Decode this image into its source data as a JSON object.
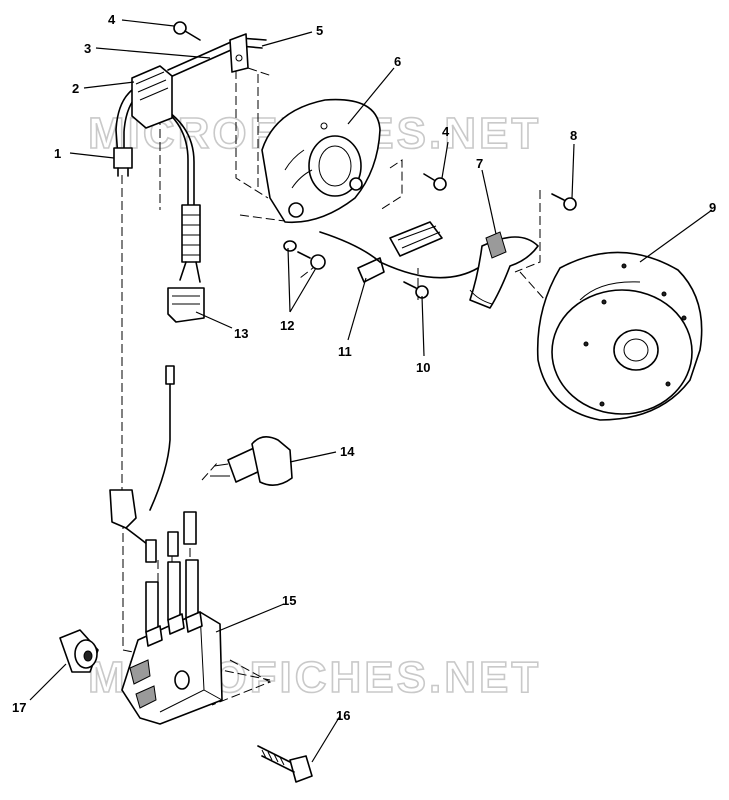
{
  "watermarks": [
    "MICROFICHES.NET",
    "MICROFICHES.NET"
  ],
  "callouts": [
    "1",
    "2",
    "3",
    "4",
    "5",
    "6",
    "4",
    "8",
    "7",
    "9",
    "13",
    "12",
    "11",
    "10",
    "14",
    "15",
    "16",
    "17"
  ]
}
